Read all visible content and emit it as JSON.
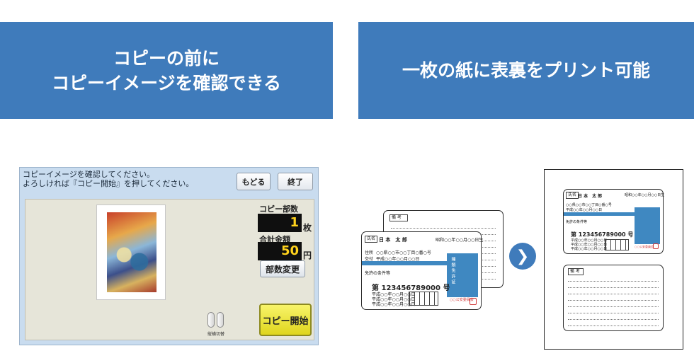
{
  "banners": {
    "left_line1": "コピーの前に",
    "left_line2": "コピーイメージを確認できる",
    "right": "一枚の紙に表裏をプリント可能"
  },
  "screen": {
    "instruction_line1": "コピーイメージを確認してください。",
    "instruction_line2": "よろしければ『コピー開始』を押してください。",
    "back_label": "もどる",
    "end_label": "終了",
    "copies_label": "コピー部数",
    "copies_value": "1",
    "copies_unit": "枚",
    "total_label": "合計金額",
    "total_value": "50",
    "total_unit": "円",
    "change_count_label": "部数変更",
    "start_label": "コピー開始",
    "orientation_label": "縦横切替"
  },
  "card": {
    "back_title": "備 考",
    "name_label": "氏名",
    "name_value": "日 本　太 郎",
    "birth_value": "昭和○○年○○月○○日生",
    "address_label": "住所",
    "address_value": "○○県○○市○○丁目○番○号",
    "issue_label": "交付",
    "issue_value": "平成○○年○○月○○日",
    "license_type_label": "免許の条件等",
    "number": "第 123456789000 号",
    "number_prefix": "第",
    "number_digits": "123456789000",
    "number_suffix": "号",
    "date_rows": [
      "平成○○年○○月○○日",
      "平成○○年○○月○○日",
      "平成○○年○○月○○日"
    ],
    "category_vertical": "種類免許証",
    "issuer": "○○公安委員会"
  },
  "colors": {
    "banner_blue": "#3f7bbb",
    "card_blue": "#3f88c1",
    "start_yellow": "#f0ec3a",
    "counter_digits": "#ffd21c"
  },
  "icons": {
    "arrow": "chevron-right-icon",
    "orientation": "orientation-toggle-icon"
  }
}
